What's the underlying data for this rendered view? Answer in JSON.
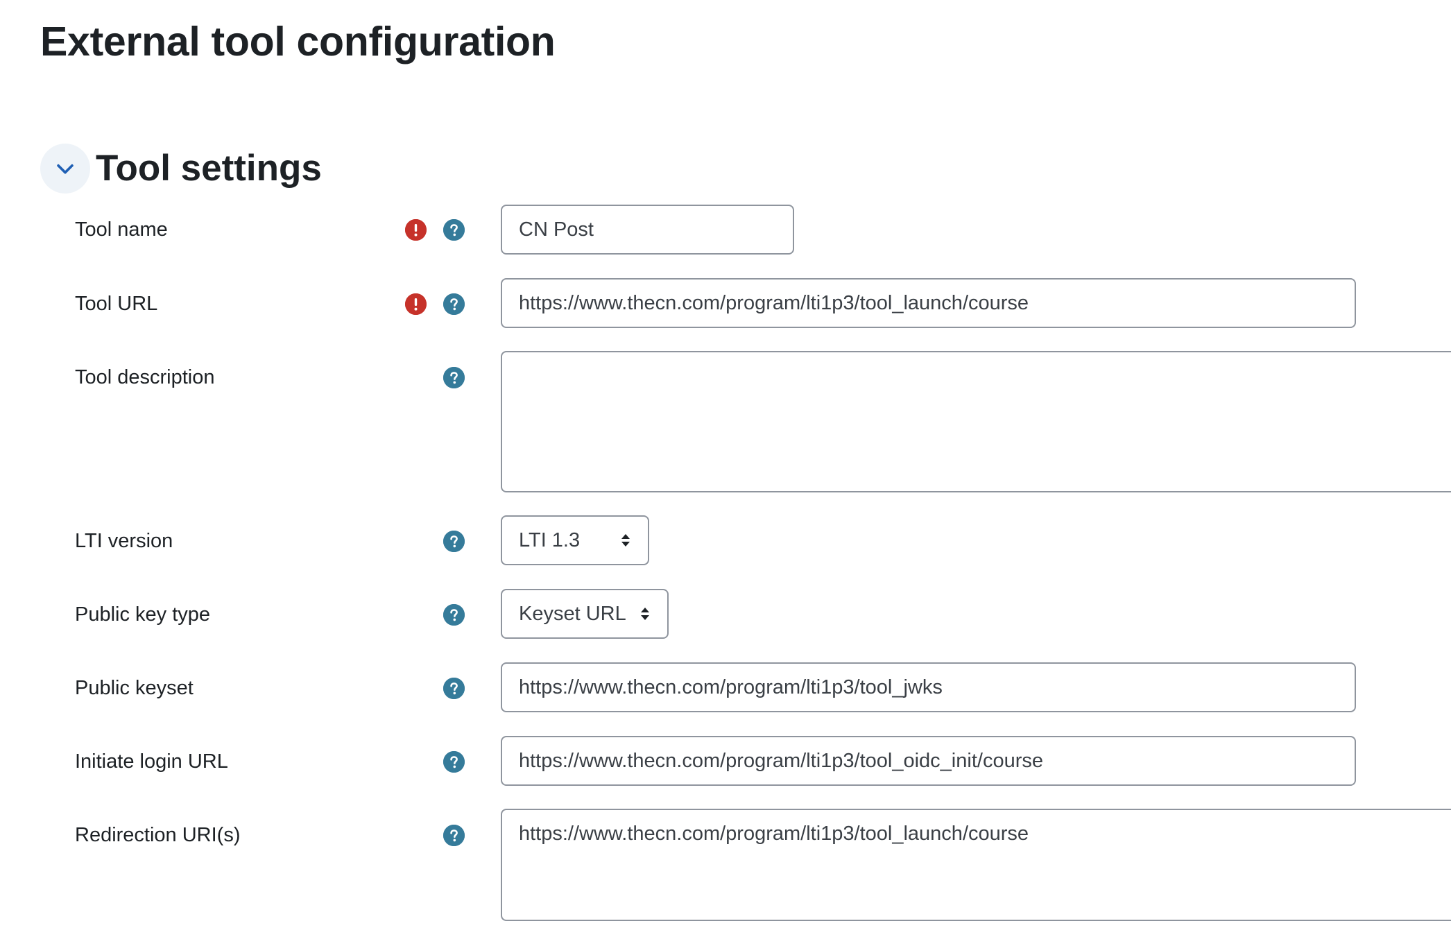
{
  "page": {
    "title": "External tool configuration"
  },
  "section": {
    "title": "Tool settings",
    "toggle_icon": "chevron-down-icon"
  },
  "fields": {
    "tool_name": {
      "label": "Tool name",
      "value": "CN Post",
      "required": true
    },
    "tool_url": {
      "label": "Tool URL",
      "value": "https://www.thecn.com/program/lti1p3/tool_launch/course",
      "required": true
    },
    "tool_description": {
      "label": "Tool description",
      "value": ""
    },
    "lti_version": {
      "label": "LTI version",
      "selected": "LTI 1.3"
    },
    "public_key_type": {
      "label": "Public key type",
      "selected": "Keyset URL"
    },
    "public_keyset": {
      "label": "Public keyset",
      "value": "https://www.thecn.com/program/lti1p3/tool_jwks"
    },
    "initiate_login_url": {
      "label": "Initiate login URL",
      "value": "https://www.thecn.com/program/lti1p3/tool_oidc_init/course"
    },
    "redirection_uris": {
      "label": "Redirection URI(s)",
      "value": "https://www.thecn.com/program/lti1p3/tool_launch/course"
    }
  },
  "colors": {
    "required_icon": "#c6322a",
    "help_icon": "#357b9a",
    "toggle_bg": "#eef3f8",
    "toggle_chevron": "#1f5fb4",
    "field_border": "#8f959e"
  }
}
